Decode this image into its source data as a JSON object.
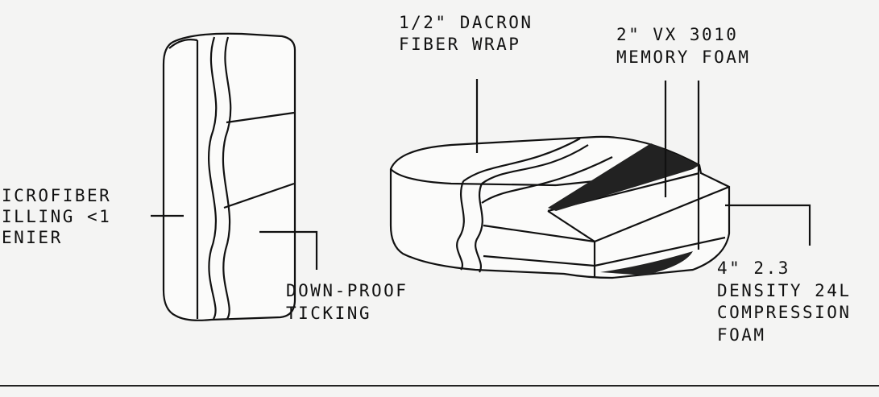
{
  "labels": {
    "microfiber": [
      "ICROFIBER",
      "ILLING <1",
      "ENIER"
    ],
    "ticking": [
      "DOWN-PROOF",
      "TICKING"
    ],
    "dacron": [
      "1/2\" DACRON",
      "FIBER WRAP"
    ],
    "memory_foam": [
      "2\" VX 3010",
      "MEMORY FOAM"
    ],
    "compression_foam": [
      "4\" 2.3",
      "DENSITY 24L",
      "COMPRESSION",
      "FOAM"
    ]
  }
}
